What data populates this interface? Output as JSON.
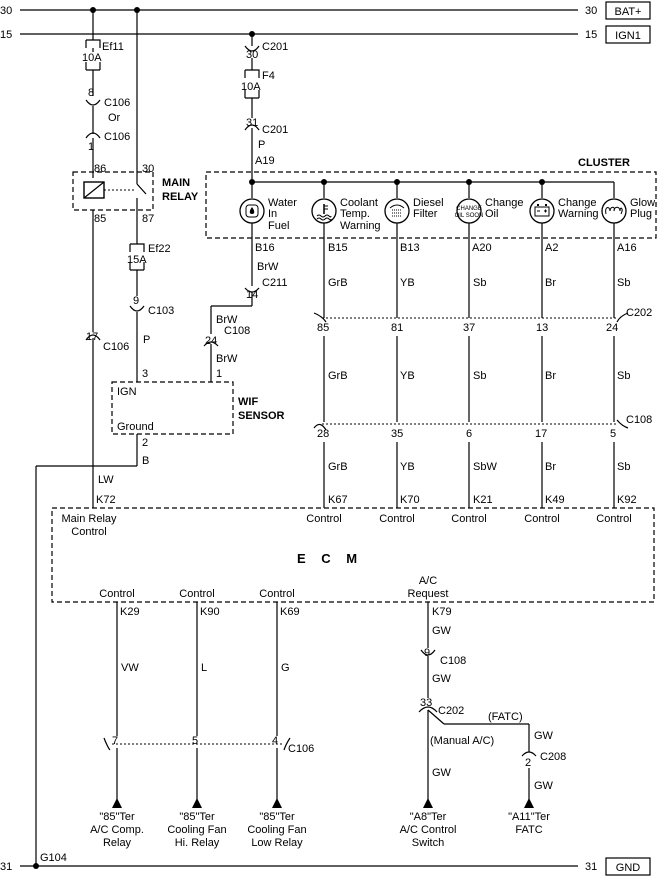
{
  "rails": {
    "bat": {
      "left_num": "30",
      "right_num": "30",
      "label": "BAT+"
    },
    "ign": {
      "left_num": "15",
      "right_num": "15",
      "label": "IGN1"
    },
    "gnd": {
      "left_num": "31",
      "right_num": "31",
      "label": "GND",
      "ground_id": "G104"
    }
  },
  "left_column": {
    "fuse_ef11": {
      "id": "Ef11",
      "rating": "10A"
    },
    "c106_a": {
      "pin": "8",
      "conn": "C106"
    },
    "wire_or": "Or",
    "c106_b": {
      "pin": "1",
      "conn": "C106"
    },
    "relay": {
      "pin86": "86",
      "pin30": "30",
      "pin85": "85",
      "pin87": "87",
      "title_1": "MAIN",
      "title_2": "RELAY"
    },
    "fuse_ef22": {
      "id": "Ef22",
      "rating": "15A"
    },
    "c103": {
      "pin": "9",
      "conn": "C103"
    },
    "wire_p": "P",
    "c106_c": {
      "pin": "17",
      "conn": "C106"
    },
    "wire_lw": "LW",
    "k72": "K72"
  },
  "wif_sensor": {
    "title_1": "WIF",
    "title_2": "SENSOR",
    "pin3": "3",
    "pin1": "1",
    "pin2": "2",
    "ign_label": "IGN",
    "ground_label": "Ground",
    "wire_b": "B"
  },
  "cluster_feed": {
    "c201_top": {
      "pin": "30",
      "conn": "C201"
    },
    "fuse_f4": {
      "id": "F4",
      "rating": "10A"
    },
    "c201_bot": {
      "pin": "31",
      "conn": "C201"
    },
    "wire_p": "P",
    "pin_a19": "A19"
  },
  "cluster": {
    "title": "CLUSTER",
    "lamps": [
      {
        "label_1": "Water",
        "label_2": "In",
        "label_3": "Fuel",
        "icon": "water-in-fuel-icon",
        "pin": "B16"
      },
      {
        "label_1": "Coolant",
        "label_2": "Temp.",
        "label_3": "Warning",
        "icon": "coolant-temp-icon",
        "pin": "B15"
      },
      {
        "label_1": "Diesel",
        "label_2": "Filter",
        "label_3": "",
        "icon": "diesel-filter-icon",
        "pin": "B13"
      },
      {
        "label_1": "Change",
        "label_2": "Oil",
        "label_3": "",
        "icon": "change-oil-icon",
        "icon_text_1": "CHANGE",
        "icon_text_2": "OIL SOON",
        "pin": "A20"
      },
      {
        "label_1": "Change",
        "label_2": "Warning",
        "label_3": "",
        "icon": "battery-charge-icon",
        "pin": "A2"
      },
      {
        "label_1": "Glow",
        "label_2": "Plug",
        "label_3": "",
        "icon": "glow-plug-icon",
        "pin": "A16"
      }
    ]
  },
  "wif_path": {
    "wire_brw_1": "BrW",
    "c211": {
      "pin": "14",
      "conn": "C211"
    },
    "wire_brw_2": "BrW",
    "c108": {
      "pin": "24",
      "conn": "C108"
    },
    "wire_brw_3": "BrW"
  },
  "cluster_wires": {
    "c202_conn": "C202",
    "c108_conn": "C108",
    "columns": [
      {
        "wire_top": "GrB",
        "c202_pin": "85",
        "wire_mid": "GrB",
        "c108_pin": "28",
        "wire_bot": "GrB",
        "ecm_pin": "K67",
        "ecm_label": "Control"
      },
      {
        "wire_top": "YB",
        "c202_pin": "81",
        "wire_mid": "YB",
        "c108_pin": "35",
        "wire_bot": "YB",
        "ecm_pin": "K70",
        "ecm_label": "Control"
      },
      {
        "wire_top": "Sb",
        "c202_pin": "37",
        "wire_mid": "Sb",
        "c108_pin": "6",
        "wire_bot": "SbW",
        "ecm_pin": "K21",
        "ecm_label": "Control"
      },
      {
        "wire_top": "Br",
        "c202_pin": "13",
        "wire_mid": "Br",
        "c108_pin": "17",
        "wire_bot": "Br",
        "ecm_pin": "K49",
        "ecm_label": "Control"
      },
      {
        "wire_top": "Sb",
        "c202_pin": "24",
        "wire_mid": "Sb",
        "c108_pin": "5",
        "wire_bot": "Sb",
        "ecm_pin": "K92",
        "ecm_label": "Control"
      }
    ]
  },
  "ecm": {
    "title": "E C M",
    "main_relay_label_1": "Main Relay",
    "main_relay_label_2": "Control",
    "outputs": [
      {
        "label": "Control",
        "pin": "K29",
        "wire": "VW",
        "c106_pin": "7",
        "dest_1": "\"85\"Ter",
        "dest_2": "A/C Comp.",
        "dest_3": "Relay"
      },
      {
        "label": "Control",
        "pin": "K90",
        "wire": "L",
        "c106_pin": "5",
        "dest_1": "\"85\"Ter",
        "dest_2": "Cooling Fan",
        "dest_3": "Hi. Relay"
      },
      {
        "label": "Control",
        "pin": "K69",
        "wire": "G",
        "c106_pin": "4",
        "dest_1": "\"85\"Ter",
        "dest_2": "Cooling Fan",
        "dest_3": "Low Relay"
      }
    ],
    "c106_conn": "C106",
    "ac_request": {
      "label_1": "A/C",
      "label_2": "Request",
      "pin": "K79",
      "wire_1": "GW",
      "c108": {
        "pin": "9",
        "conn": "C108"
      },
      "wire_2": "GW",
      "c202": {
        "pin": "33",
        "conn": "C202"
      },
      "branch_manual": "(Manual A/C)",
      "branch_fatc": "(FATC)",
      "wire_3": "GW",
      "wire_4": "GW",
      "c208": {
        "pin": "2",
        "conn": "C208"
      },
      "wire_5": "GW",
      "dest_a8_1": "\"A8\"Ter",
      "dest_a8_2": "A/C Control",
      "dest_a8_3": "Switch",
      "dest_a11_1": "\"A11\"Ter",
      "dest_a11_2": "FATC"
    }
  }
}
